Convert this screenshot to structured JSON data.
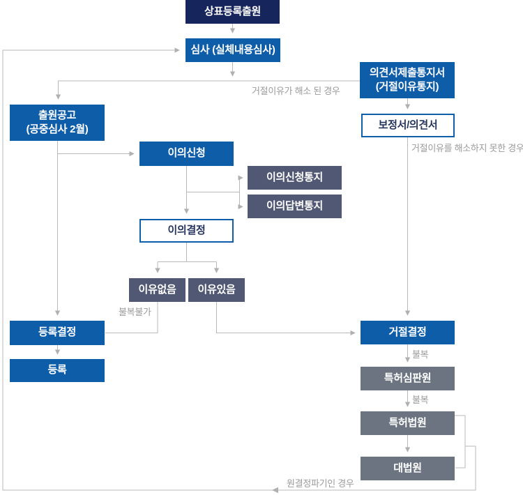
{
  "diagram_type": "flowchart",
  "language": "ko",
  "nodes": {
    "filing": {
      "label": "상표등록출원"
    },
    "examination": {
      "label": "심사 (실체내용심사)"
    },
    "opinion_notice": {
      "label": "의견서제출통지서",
      "label2": "(거절이유통지)"
    },
    "amendment": {
      "label": "보정서/의견서"
    },
    "publication": {
      "label": "출원공고",
      "label2": "(공중심사 2월)"
    },
    "opposition": {
      "label": "이의신청"
    },
    "opposition_notice": {
      "label": "이의신청통지"
    },
    "opposition_reply": {
      "label": "이의답변통지"
    },
    "opposition_decision": {
      "label": "이의결정"
    },
    "no_grounds": {
      "label": "이유없음"
    },
    "grounds": {
      "label": "이유있음"
    },
    "registration_decision": {
      "label": "등록결정"
    },
    "registration": {
      "label": "등록"
    },
    "rejection_decision": {
      "label": "거절결정"
    },
    "patent_tribunal": {
      "label": "특허심판원"
    },
    "patent_court": {
      "label": "특허법원"
    },
    "supreme_court": {
      "label": "대법원"
    }
  },
  "edge_labels": {
    "resolved": "거절이유가 해소 된 경우",
    "not_resolved": "거절이유를 해소하지 못한 경우",
    "no_appeal": "불복불가",
    "appeal_1": "불복",
    "appeal_2": "불복",
    "overturned": "원결정파기인 경우"
  },
  "edges": [
    {
      "from": "filing",
      "to": "examination"
    },
    {
      "from": "examination",
      "to": "publication",
      "label": ""
    },
    {
      "from": "examination",
      "to": "opinion_notice",
      "label": "거절이유가 해소 된 경우"
    },
    {
      "from": "opinion_notice",
      "to": "amendment"
    },
    {
      "from": "amendment",
      "to": "rejection_decision",
      "label": "거절이유를 해소하지 못한 경우"
    },
    {
      "from": "publication",
      "to": "opposition"
    },
    {
      "from": "publication",
      "to": "registration_decision"
    },
    {
      "from": "opposition",
      "to": "opposition_notice"
    },
    {
      "from": "opposition",
      "to": "opposition_reply"
    },
    {
      "from": "opposition",
      "to": "opposition_decision"
    },
    {
      "from": "opposition_decision",
      "to": "no_grounds"
    },
    {
      "from": "opposition_decision",
      "to": "grounds"
    },
    {
      "from": "no_grounds",
      "to": "registration_decision",
      "label": "불복불가"
    },
    {
      "from": "grounds",
      "to": "rejection_decision"
    },
    {
      "from": "registration_decision",
      "to": "registration"
    },
    {
      "from": "rejection_decision",
      "to": "patent_tribunal",
      "label": "불복"
    },
    {
      "from": "patent_tribunal",
      "to": "patent_court",
      "label": "불복"
    },
    {
      "from": "patent_court",
      "to": "supreme_court"
    },
    {
      "from": "patent_court",
      "to": "supreme_court",
      "via": "right-loop"
    },
    {
      "from": "courts",
      "to": "examination",
      "label": "원결정파기인 경우",
      "via": "bottom-left-loop"
    }
  ],
  "colors": {
    "background": "#ffffff",
    "node_navy": "#16265c",
    "node_blue": "#0e5da9",
    "node_dark_slate": "#515873",
    "node_gray": "#6b7480",
    "outline_border": "#0e5da9",
    "connector_line": "#b8b8b8",
    "arrowhead": "#b0b0b0",
    "edge_label_text": "#9b9b9b"
  }
}
